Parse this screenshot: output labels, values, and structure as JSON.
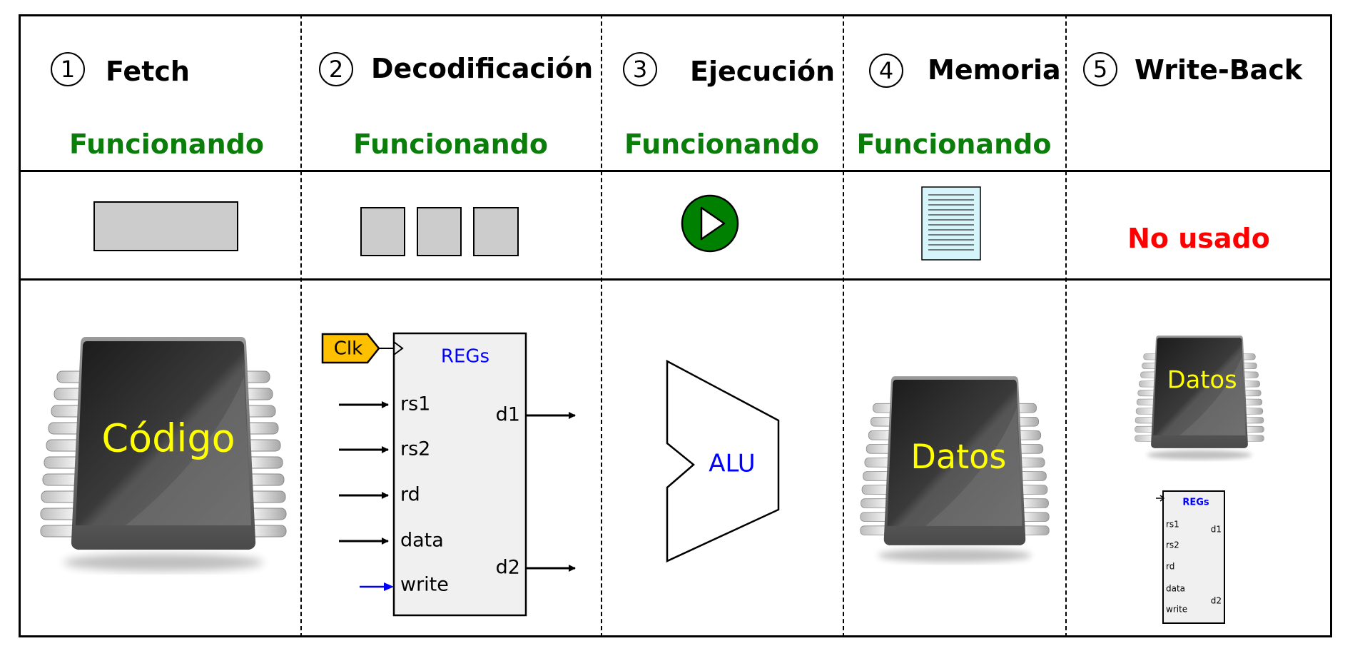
{
  "stages": [
    {
      "number": "1",
      "title": "Fetch",
      "status": "Funcionando"
    },
    {
      "number": "2",
      "title": "Decodificación",
      "status": "Funcionando"
    },
    {
      "number": "3",
      "title": "Ejecución",
      "status": "Funcionando"
    },
    {
      "number": "4",
      "title": "Memoria",
      "status": "Funcionando"
    },
    {
      "number": "5",
      "title": "Write-Back",
      "status": "No usado"
    }
  ],
  "colors": {
    "status_active": "#0a7d0a",
    "status_unused": "#ff0000",
    "chip_label": "#ffff00",
    "component_label": "#0000ff",
    "clk_fill": "#ffc000",
    "play_fill": "#008000",
    "memory_fill": "#d6f5fa"
  },
  "icons": {
    "fetch": "gray-rectangle-icon",
    "decode": "three-gray-squares-icon",
    "execute": "play-icon",
    "memory": "memory-page-icon"
  },
  "code_memory": {
    "label": "Código"
  },
  "register_file": {
    "title": "REGs",
    "clock": "Clk",
    "inputs": [
      "rs1",
      "rs2",
      "rd",
      "data",
      "write"
    ],
    "outputs": [
      "d1",
      "d2"
    ]
  },
  "alu": {
    "label": "ALU"
  },
  "data_memory": {
    "label": "Datos"
  },
  "writeback_memory": {
    "label": "Datos"
  },
  "writeback_regs": {
    "title": "REGs",
    "inputs": [
      "rs1",
      "rs2",
      "rd",
      "data",
      "write"
    ],
    "outputs": [
      "d1",
      "d2"
    ]
  }
}
